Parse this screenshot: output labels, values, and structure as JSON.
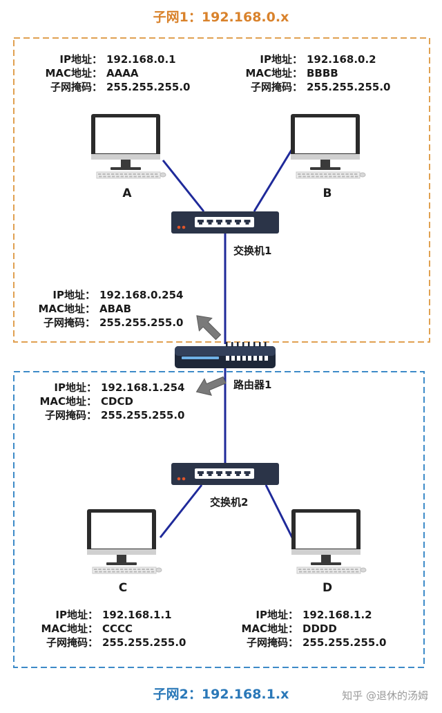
{
  "subnets": [
    {
      "title": "子网1：192.168.0.x",
      "color": "#e0a050"
    },
    {
      "title": "子网2：192.168.1.x",
      "color": "#3c8ac8"
    }
  ],
  "hosts": [
    {
      "label": "A",
      "ip_key": "IP地址：",
      "ip": "192.168.0.1",
      "mac_key": "MAC地址：",
      "mac": "AAAA",
      "mask_key": "子网掩码：",
      "mask": "255.255.255.0"
    },
    {
      "label": "B",
      "ip_key": "IP地址：",
      "ip": "192.168.0.2",
      "mac_key": "MAC地址：",
      "mac": "BBBB",
      "mask_key": "子网掩码：",
      "mask": "255.255.255.0"
    },
    {
      "label": "C",
      "ip_key": "IP地址：",
      "ip": "192.168.1.1",
      "mac_key": "MAC地址：",
      "mac": "CCCC",
      "mask_key": "子网掩码：",
      "mask": "255.255.255.0"
    },
    {
      "label": "D",
      "ip_key": "IP地址：",
      "ip": "192.168.1.2",
      "mac_key": "MAC地址：",
      "mac": "DDDD",
      "mask_key": "子网掩码：",
      "mask": "255.255.255.0"
    }
  ],
  "router_ports": [
    {
      "ip_key": "IP地址：",
      "ip": "192.168.0.254",
      "mac_key": "MAC地址：",
      "mac": "ABAB",
      "mask_key": "子网掩码：",
      "mask": "255.255.255.0"
    },
    {
      "ip_key": "IP地址：",
      "ip": "192.168.1.254",
      "mac_key": "MAC地址：",
      "mac": "CDCD",
      "mask_key": "子网掩码：",
      "mask": "255.255.255.0"
    }
  ],
  "devices": {
    "switch1": "交换机1",
    "switch2": "交换机2",
    "router": "路由器1"
  },
  "watermark": "知乎 @退休的汤姆",
  "colors": {
    "link": "#1f2a9a",
    "device": "#2b3448",
    "port": "#ffffff",
    "led": "#e0552a",
    "arrow": "#7a7a7a"
  }
}
